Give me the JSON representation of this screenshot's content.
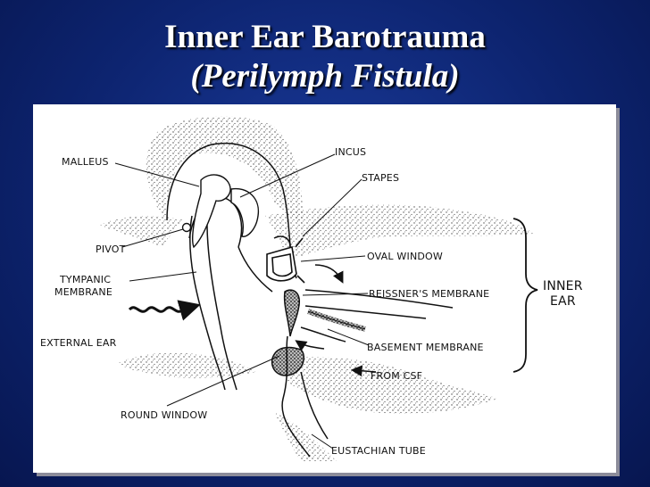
{
  "slide": {
    "title_line1": "Inner Ear Barotrauma",
    "title_line2": "(Perilymph Fistula)"
  },
  "diagram": {
    "labels": {
      "malleus": "MALLEUS",
      "incus": "INCUS",
      "stapes": "STAPES",
      "pivot": "PIVOT",
      "tympanic_1": "TYMPANIC",
      "tympanic_2": "MEMBRANE",
      "external_ear": "EXTERNAL EAR",
      "oval_window": "OVAL WINDOW",
      "reissners_membrane": "REISSNER'S MEMBRANE",
      "basement_membrane": "BASEMENT MEMBRANE",
      "from_csf": "FROM CSF",
      "round_window": "ROUND WINDOW",
      "eustachian_tube": "EUSTACHIAN TUBE",
      "inner_ear_1": "INNER",
      "inner_ear_2": "EAR"
    }
  },
  "colors": {
    "background": "#0d2470",
    "title": "#ffffff",
    "panel": "#ffffff",
    "ink": "#111111"
  }
}
